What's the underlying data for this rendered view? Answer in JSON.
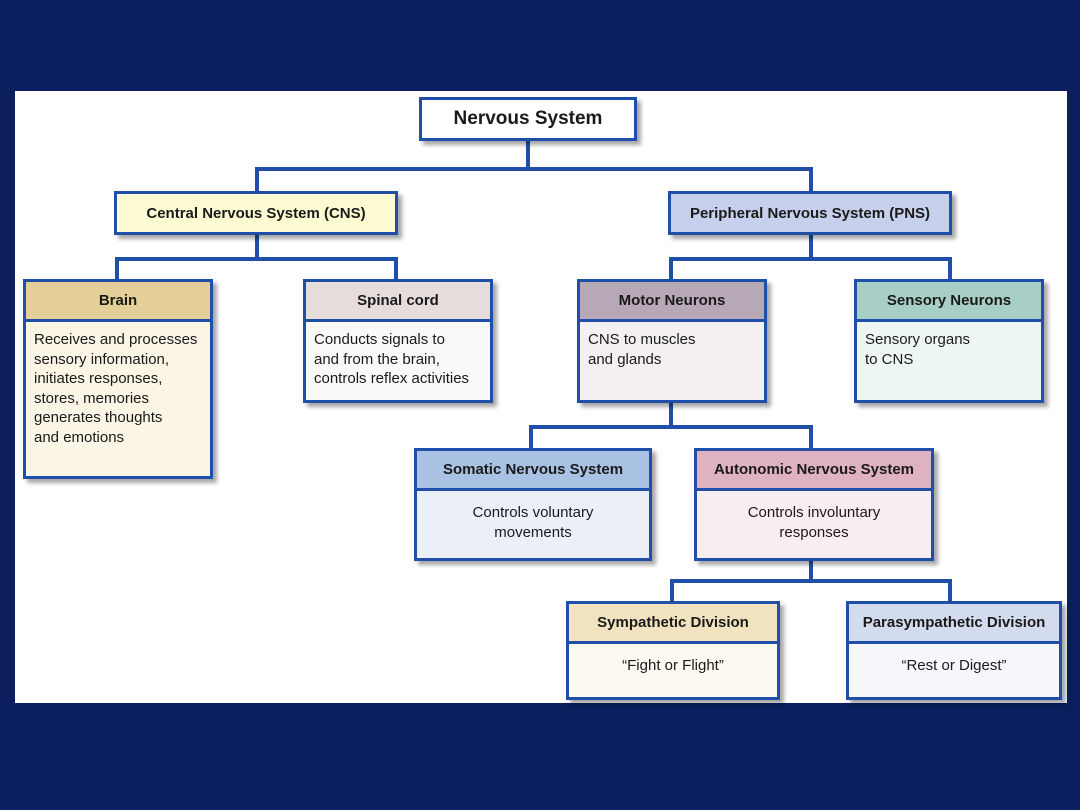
{
  "root": {
    "label": "Nervous System"
  },
  "cns": {
    "label": "Central Nervous System (CNS)"
  },
  "pns": {
    "label": "Peripheral Nervous System (PNS)"
  },
  "brain": {
    "title": "Brain",
    "lines": [
      "Receives and processes",
      "sensory information,",
      "initiates responses,",
      "stores, memories",
      "generates thoughts",
      "and emotions"
    ]
  },
  "spinal": {
    "title": "Spinal cord",
    "lines": [
      "Conducts signals to",
      "and from the brain,",
      "controls reflex activities"
    ]
  },
  "motor": {
    "title": "Motor Neurons",
    "lines": [
      "CNS to muscles",
      "and glands"
    ]
  },
  "sensory": {
    "title": "Sensory Neurons",
    "lines": [
      "Sensory organs",
      "to CNS"
    ]
  },
  "somatic": {
    "title": "Somatic Nervous System",
    "lines": [
      "Controls voluntary",
      "movements"
    ]
  },
  "autonomic": {
    "title": "Autonomic Nervous System",
    "lines": [
      "Controls involuntary",
      "responses"
    ]
  },
  "sympathetic": {
    "title": "Sympathetic Division",
    "lines": [
      "“Fight or Flight”"
    ]
  },
  "parasympathetic": {
    "title": "Parasympathetic Division",
    "lines": [
      "“Rest or Digest”"
    ]
  },
  "colors": {
    "background": "#0b1f5e",
    "border": "#1f4fa8",
    "cns_fill": "#fdfbd2",
    "pns_fill": "#c6d0ec",
    "brain_header": "#e3cf97",
    "brain_body": "#fbf5e6",
    "spinal_header": "#e7dcdc",
    "spinal_body": "#fbf8f8",
    "motor_header": "#b7a8b7",
    "motor_body": "#f3eff3",
    "sensory_header": "#a8cfc6",
    "sensory_body": "#eef6f4",
    "somatic_header": "#a9c1e2",
    "somatic_body": "#ebf0f8",
    "autonomic_header": "#dfb2c1",
    "autonomic_body": "#f8edf1",
    "sympathetic_header": "#f1e3bf",
    "sympathetic_body": "#fcf9f1",
    "parasympathetic_header": "#d3dbee",
    "parasympathetic_body": "#f5f7fb"
  }
}
